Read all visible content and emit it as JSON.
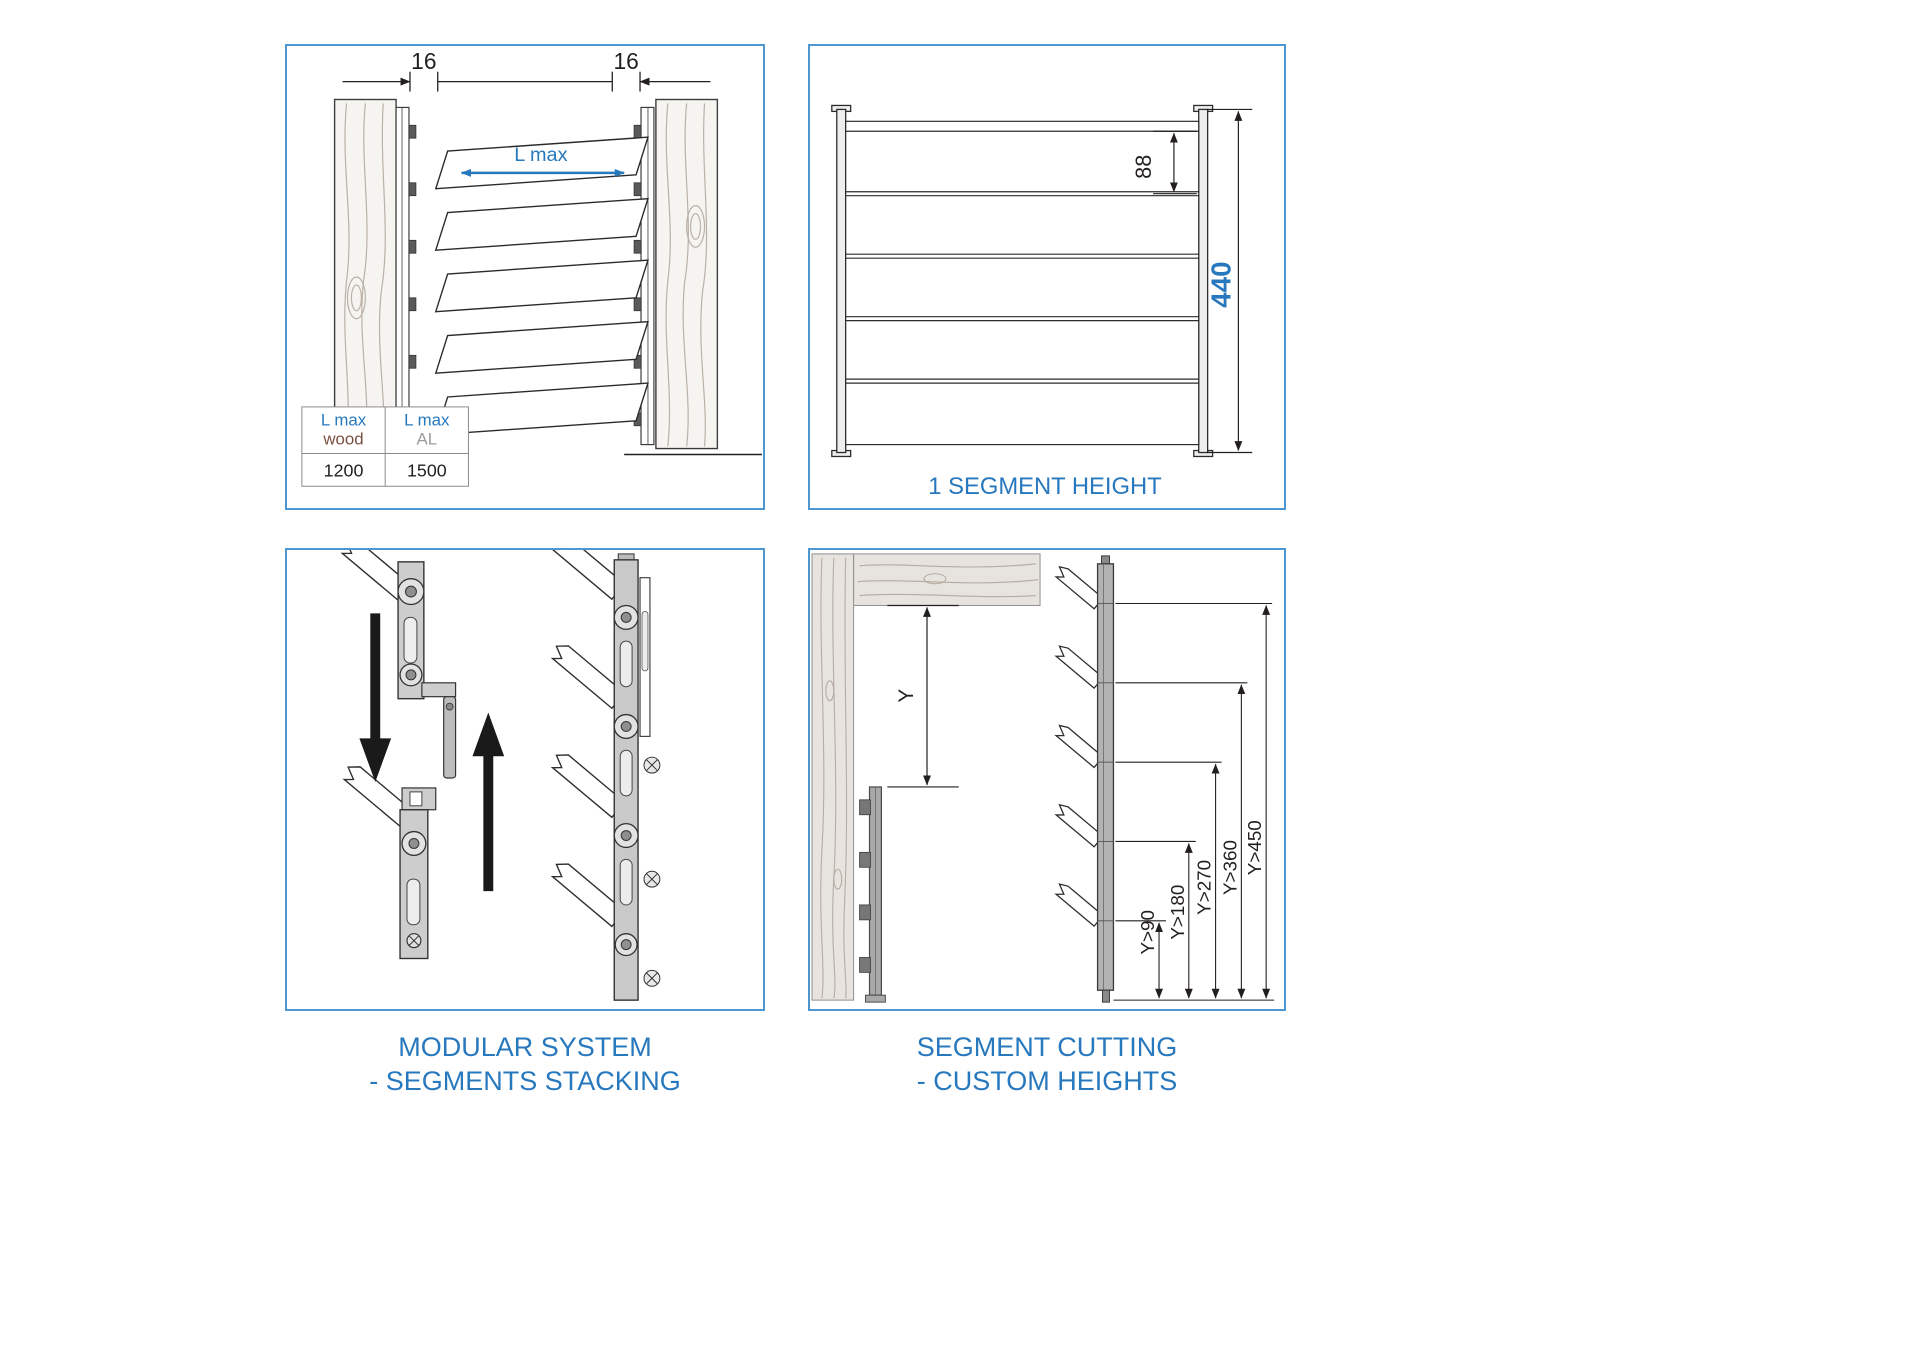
{
  "colors": {
    "accent": "#2878be",
    "panel_border": "#4c96d1",
    "line_dark": "#231f20"
  },
  "panel_louver_width": {
    "dim_gap_left": "16",
    "dim_gap_right": "16",
    "lmax_arrow_label": "L max",
    "table": {
      "col_wood": {
        "title": "L max",
        "subtitle": "wood",
        "value": "1200"
      },
      "col_al": {
        "title": "L max",
        "subtitle": "AL",
        "value": "1500"
      }
    }
  },
  "panel_segment_height": {
    "dim_slat_height": "88",
    "dim_segment_height": "440",
    "caption": "1 SEGMENT HEIGHT"
  },
  "panel_modular_system": {
    "caption_line1": "MODULAR SYSTEM",
    "caption_line2": "- SEGMENTS STACKING"
  },
  "panel_segment_cutting": {
    "dim_y_label": "Y",
    "cut_dims": [
      "Y>90",
      "Y>180",
      "Y>270",
      "Y>360",
      "Y>450"
    ],
    "caption_line1": "SEGMENT CUTTING",
    "caption_line2": "- CUSTOM HEIGHTS"
  }
}
